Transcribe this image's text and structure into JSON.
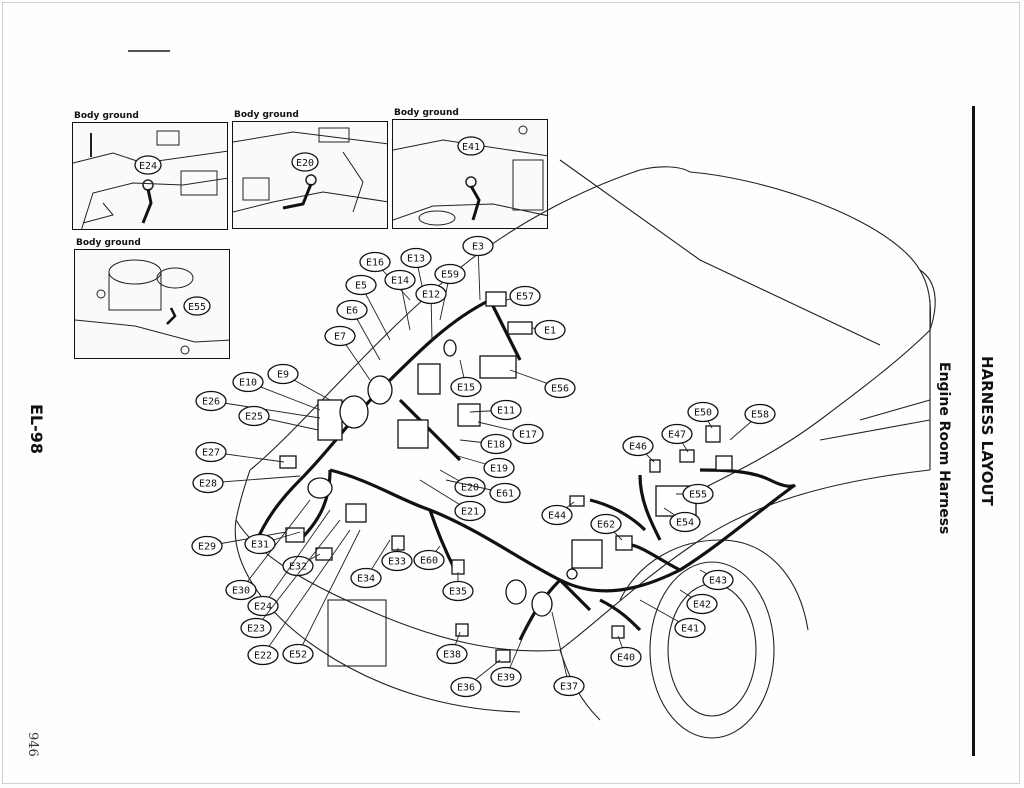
{
  "page": {
    "section_title": "HARNESS LAYOUT",
    "subtitle": "Engine Room Harness",
    "page_ref": "EL-98",
    "page_number": "946"
  },
  "insets": [
    {
      "title": "Body ground",
      "connector": "E24"
    },
    {
      "title": "Body ground",
      "connector": "E20"
    },
    {
      "title": "Body ground",
      "connector": "E41"
    },
    {
      "title": "Body ground",
      "connector": "E55"
    }
  ],
  "connectors": [
    "E16",
    "E13",
    "E3",
    "E5",
    "E14",
    "E59",
    "E12",
    "E57",
    "E6",
    "E1",
    "E7",
    "E9",
    "E10",
    "E26",
    "E15",
    "E56",
    "E25",
    "E11",
    "E50",
    "E58",
    "E17",
    "E47",
    "E46",
    "E18",
    "E27",
    "E19",
    "E55",
    "E28",
    "E20",
    "E61",
    "E44",
    "E54",
    "E62",
    "E21",
    "E29",
    "E31",
    "E33",
    "E60",
    "E43",
    "E32",
    "E34",
    "E30",
    "E35",
    "E42",
    "E24",
    "E41",
    "E23",
    "E40",
    "E22",
    "E52",
    "E38",
    "E36",
    "E39",
    "E37"
  ]
}
